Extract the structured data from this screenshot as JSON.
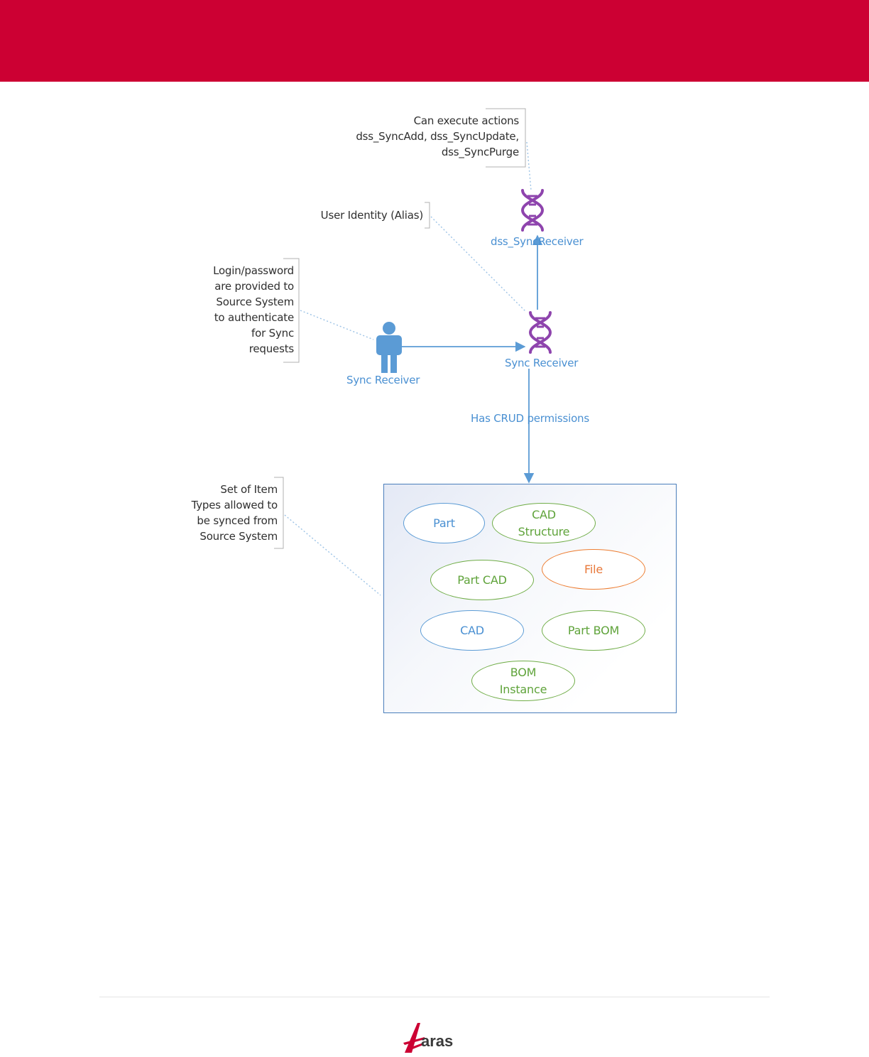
{
  "notes": {
    "actions": "Can execute actions\ndss_SyncAdd, dss_SyncUpdate,\ndss_SyncPurge",
    "alias": "User Identity (Alias)",
    "login": "Login/password\nare provided to\nSource System\nto authenticate\nfor Sync\nrequests",
    "item_types": "Set of Item\nTypes allowed to\nbe synced from\nSource System"
  },
  "nodes": {
    "dss_identity": "dss_SyncReceiver",
    "sync_identity": "Sync Receiver",
    "sync_user": "Sync Receiver"
  },
  "edge_labels": {
    "crud": "Has CRUD permissions"
  },
  "item_types": {
    "part": "Part",
    "cad_structure": "CAD\nStructure",
    "part_cad": "Part CAD",
    "file": "File",
    "cad": "CAD",
    "part_bom": "Part BOM",
    "bom_instance": "BOM\nInstance"
  },
  "footer": {
    "logo_text": "aras"
  },
  "colors": {
    "banner": "#cc0033",
    "blue": "#5b9bd5",
    "green": "#70ad47",
    "orange": "#ed7d31",
    "purple": "#8e44ad"
  },
  "icons": {
    "identity": "dna-icon",
    "user": "person-icon",
    "logo": "aras-logo"
  }
}
